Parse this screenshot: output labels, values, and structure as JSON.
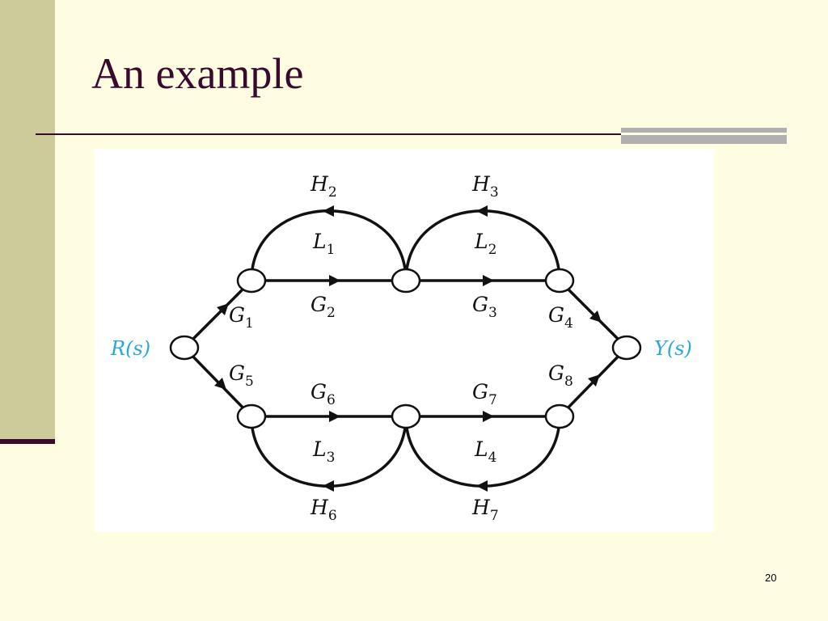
{
  "slide": {
    "title": "An example",
    "page_number": "20"
  },
  "diagram": {
    "input_label": "R(s)",
    "output_label": "Y(s)",
    "forward_gains": [
      {
        "base": "G",
        "sub": "1"
      },
      {
        "base": "G",
        "sub": "2"
      },
      {
        "base": "G",
        "sub": "3"
      },
      {
        "base": "G",
        "sub": "4"
      },
      {
        "base": "G",
        "sub": "5"
      },
      {
        "base": "G",
        "sub": "6"
      },
      {
        "base": "G",
        "sub": "7"
      },
      {
        "base": "G",
        "sub": "8"
      }
    ],
    "feedback_gains": [
      {
        "base": "H",
        "sub": "2"
      },
      {
        "base": "H",
        "sub": "3"
      },
      {
        "base": "H",
        "sub": "6"
      },
      {
        "base": "H",
        "sub": "7"
      }
    ],
    "loop_labels": [
      {
        "base": "L",
        "sub": "1"
      },
      {
        "base": "L",
        "sub": "2"
      },
      {
        "base": "L",
        "sub": "3"
      },
      {
        "base": "L",
        "sub": "4"
      }
    ]
  }
}
